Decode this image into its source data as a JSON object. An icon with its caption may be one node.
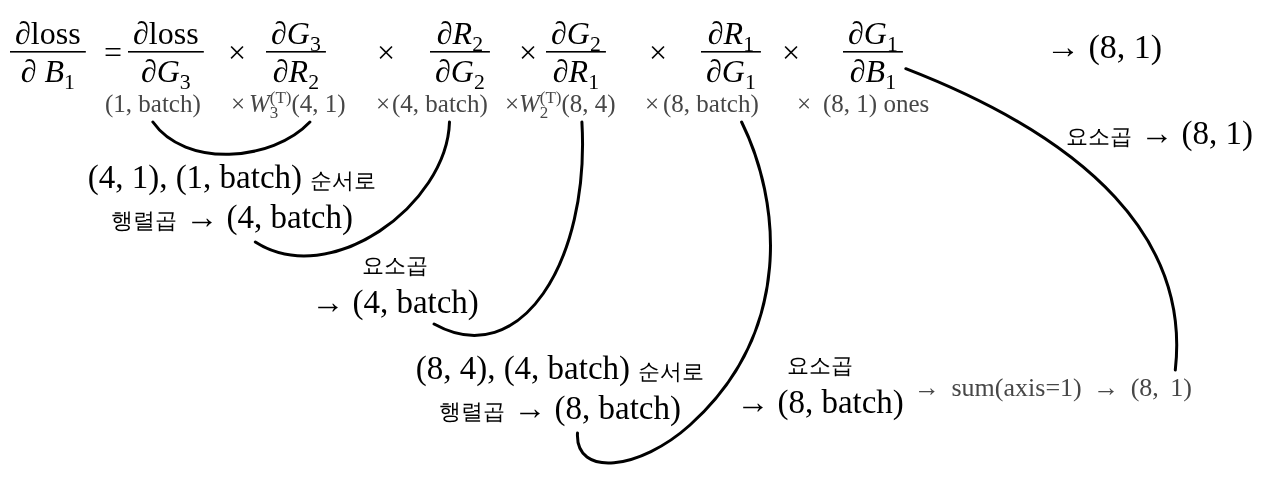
{
  "diagram": {
    "nodes": [
      {
        "text": [
          "∂loss",
          "∂ *B*$_{1}$"
        ]
      },
      {
        "text": [
          "∂loss",
          "∂*G*$_{3}$"
        ]
      },
      {
        "text": [
          "∂*G*$_{3}$",
          "∂*R*$_{2}$"
        ]
      },
      {
        "text": [
          "∂*R*$_{2}$",
          "∂*G*$_{2}$"
        ]
      },
      {
        "text": [
          "∂*G*$_{2}$",
          "∂*R*$_{1}$"
        ]
      },
      {
        "text": [
          "∂*R*$_{1}$",
          "∂*G*$_{1}$"
        ]
      },
      {
        "text": [
          "∂*G*$_{1}$",
          "∂*B*$_{1}$"
        ]
      },
      {
        "text": [
          "(1, batch)"
        ]
      },
      {
        "text": [
          "*W*$_{3}$$^{(T)}$(4, 1)"
        ]
      },
      {
        "text": [
          "(4, batch)"
        ]
      },
      {
        "text": [
          "*W*$_{2}$$^{(T)}$(8, 4)"
        ]
      },
      {
        "text": [
          "(8, batch)"
        ]
      },
      {
        "text": [
          "(8, 1) ones"
        ]
      },
      {
        "text": [
          "(4, 1), (1, batch) 순서로 행렬곱 → (4, batch)"
        ]
      },
      {
        "text": [
          "요소곱 → (4, batch)"
        ]
      },
      {
        "text": [
          "(8, 4), (4, batch) 순서로 행렬곱 → (8, batch)"
        ]
      },
      {
        "text": [
          "요소곱 → (8, batch)"
        ]
      },
      {
        "text": [
          "→ sum(axis=1) → (8, 1)"
        ]
      }
    ],
    "edges": [
      {
        "from": 7,
        "to": 8,
        "arrow": "none"
      },
      {
        "from": 9,
        "to": 13,
        "arrow": "none"
      },
      {
        "from": 10,
        "to": 14,
        "arrow": "none"
      },
      {
        "from": 11,
        "to": 15,
        "arrow": "none"
      },
      {
        "from": 6,
        "to": 17,
        "arrow": "none"
      }
    ],
    "labels": [
      "=",
      "×",
      "×",
      "×",
      "×",
      "×",
      "→ (8, 1)",
      "×",
      "×",
      "×",
      "×",
      "×",
      "요소곱 → (8, 1)"
    ]
  }
}
